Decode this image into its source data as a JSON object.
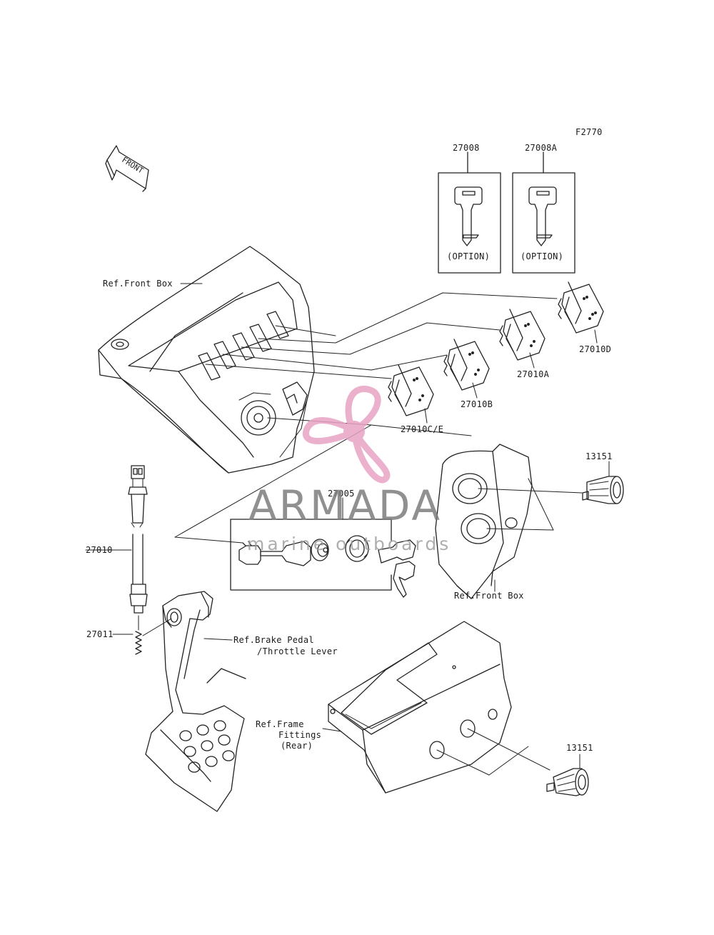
{
  "diagram": {
    "code": "F2770",
    "front_arrow": "FRONT",
    "option_boxes": [
      {
        "part": "27008",
        "note": "(OPTION)"
      },
      {
        "part": "27008A",
        "note": "(OPTION)"
      }
    ],
    "labels": {
      "ref_front_box_top": "Ref.Front Box",
      "ref_front_box_right": "Ref.Front Box",
      "ref_brake_1": "Ref.Brake Pedal",
      "ref_brake_2": "/Throttle Lever",
      "ref_frame_1": "Ref.Frame",
      "ref_frame_2": "Fittings",
      "ref_frame_3": "(Rear)",
      "p_27010D": "27010D",
      "p_27010A": "27010A",
      "p_27010B": "27010B",
      "p_27010CE": "27010C/E",
      "p_27005": "27005",
      "p_27010": "27010",
      "p_27011": "27011",
      "p_13151_top": "13151",
      "p_13151_bottom": "13151"
    },
    "watermark": {
      "title": "ARMADA",
      "subtitle": "marine outboards",
      "logo_color": "#e7a3c4"
    }
  }
}
